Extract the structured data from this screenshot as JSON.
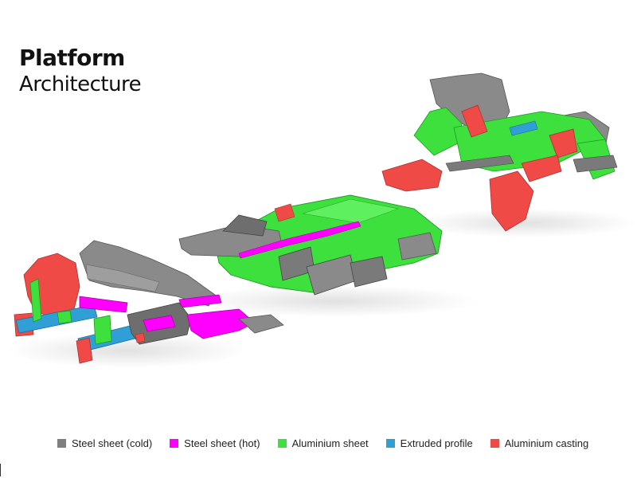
{
  "title": {
    "main": "Platform",
    "sub": "Architecture"
  },
  "legend": [
    {
      "label": "Steel sheet (cold)",
      "color": "#7f7f7f"
    },
    {
      "label": "Steel sheet (hot)",
      "color": "#ff00ff"
    },
    {
      "label": "Aluminium sheet",
      "color": "#3ee03e"
    },
    {
      "label": "Extruded profile",
      "color": "#2f9fd6"
    },
    {
      "label": "Aluminium casting",
      "color": "#ef4a45"
    }
  ]
}
